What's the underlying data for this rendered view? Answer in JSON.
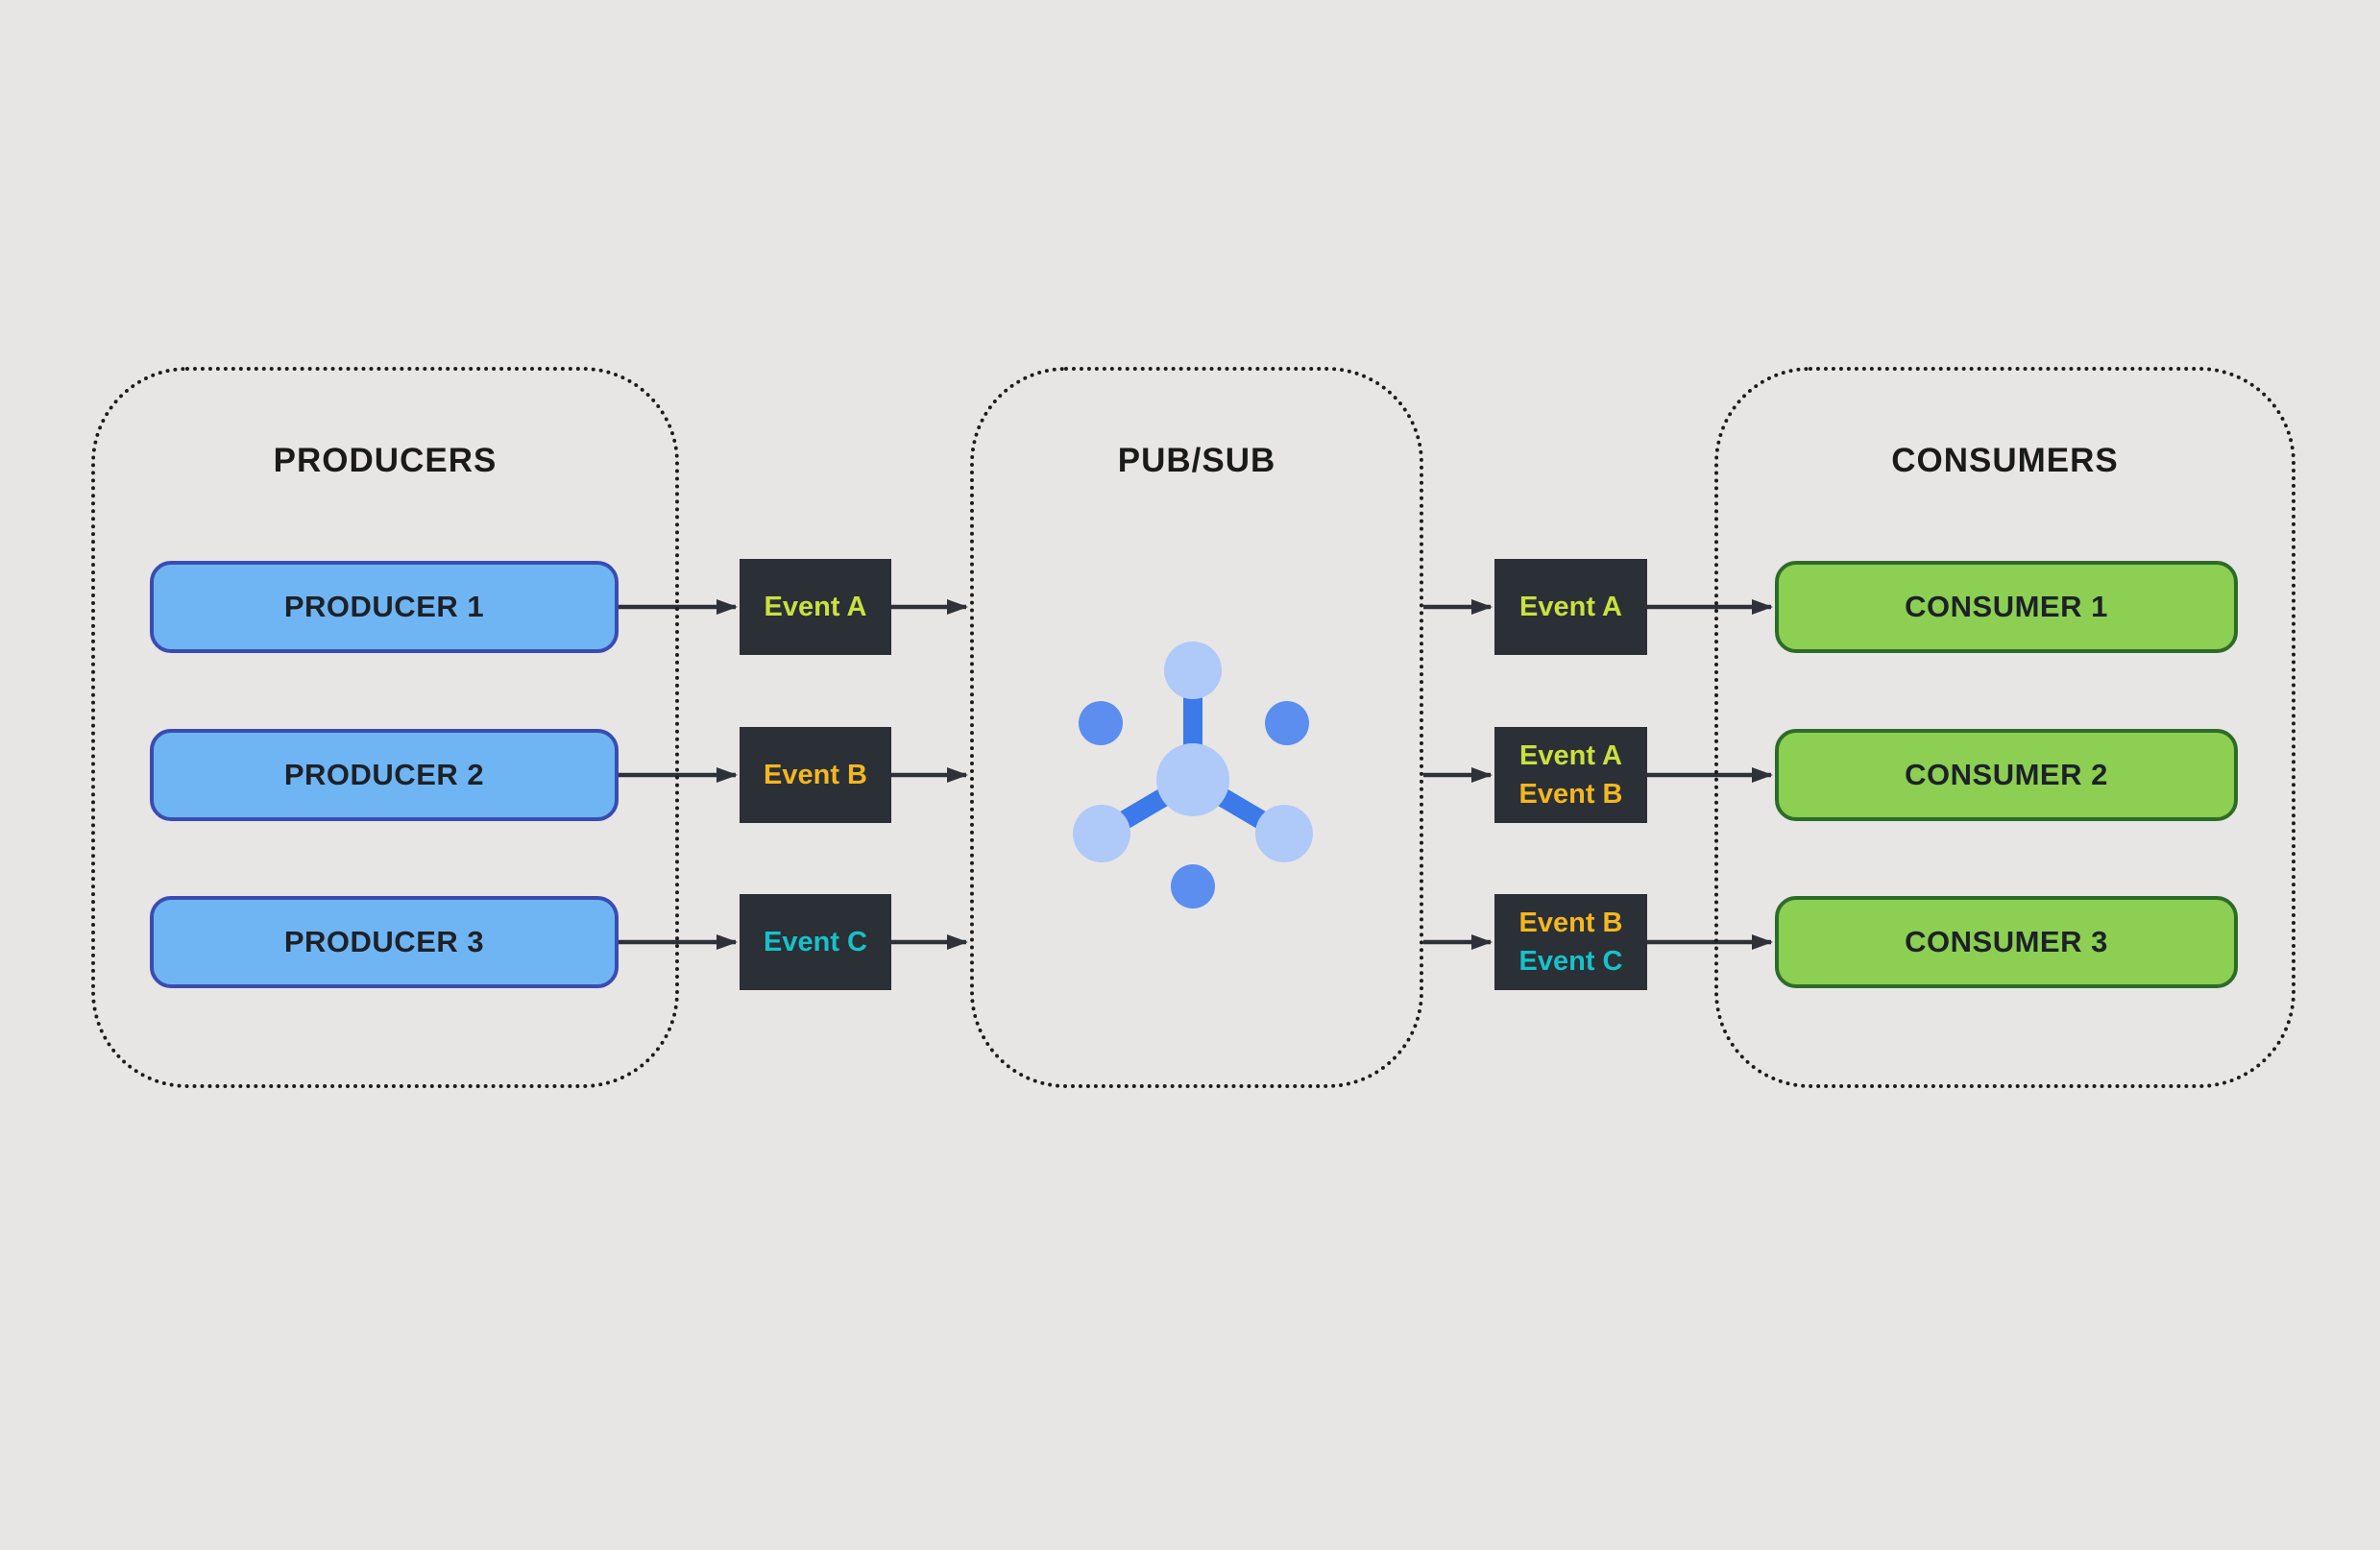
{
  "colors": {
    "canvas-bg": "#e7e6e5",
    "container-border": "#1c1c1c",
    "title-text": "#1a1a1a",
    "producer-fill": "#6fb5f4",
    "producer-border": "#3a4cb1",
    "consumer-fill": "#8ccf52",
    "consumer-border": "#2f6b28",
    "node-text": "#1d2127",
    "event-bg": "#2b2f36",
    "event-a": "#c9e13f",
    "event-b": "#f3b71f",
    "event-c": "#16c2c9",
    "arrow": "#2e3238",
    "icon-light": "#afc9f8",
    "icon-medium": "#5b8eee",
    "icon-bar": "#3c79e9"
  },
  "producers": {
    "title": "PRODUCERS",
    "nodes": [
      "PRODUCER 1",
      "PRODUCER 2",
      "PRODUCER 3"
    ]
  },
  "pubsub": {
    "title": "PUB/SUB",
    "icon": "pubsub-hub-icon"
  },
  "consumers": {
    "title": "CONSUMERS",
    "nodes": [
      "CONSUMER 1",
      "CONSUMER 2",
      "CONSUMER 3"
    ]
  },
  "events_left": [
    {
      "lines": [
        {
          "text": "Event A",
          "style": "color:#c9e13f"
        }
      ]
    },
    {
      "lines": [
        {
          "text": "Event B",
          "style": "color:#f3b71f"
        }
      ]
    },
    {
      "lines": [
        {
          "text": "Event C",
          "style": "color:#16c2c9"
        }
      ]
    }
  ],
  "events_right": [
    {
      "lines": [
        {
          "text": "Event A",
          "style": "color:#c9e13f"
        }
      ]
    },
    {
      "lines": [
        {
          "text": "Event A",
          "style": "color:#c9e13f"
        },
        {
          "text": "Event B",
          "style": "color:#f3b71f"
        }
      ]
    },
    {
      "lines": [
        {
          "text": "Event B",
          "style": "color:#f3b71f"
        },
        {
          "text": "Event C",
          "style": "color:#16c2c9"
        }
      ]
    }
  ]
}
